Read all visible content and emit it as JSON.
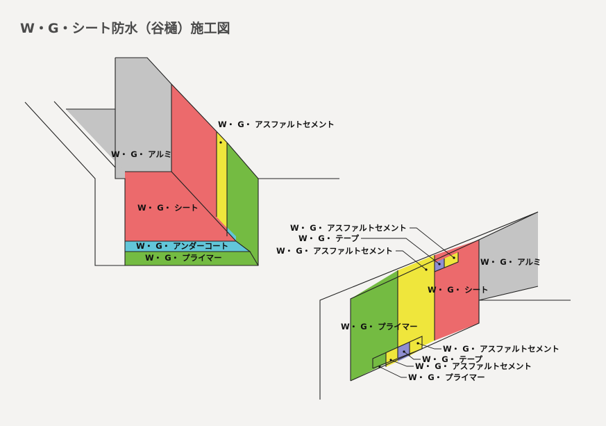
{
  "title": "W・G・シート防水（谷樋）施工図",
  "colors": {
    "background": "#f4f3f1",
    "aluminum": "#c4c4c4",
    "sheet": "#ec6a6c",
    "asphalt_cement": "#efe63c",
    "primer": "#74bb42",
    "under_coat": "#62c6d9",
    "tape": "#8f8ed2"
  },
  "diagram_left": {
    "labels": {
      "aluminum": "W・ G・ アルミ",
      "asphalt_cement": "W・ G・ アスファルトセメント",
      "sheet": "W・ G・ シート",
      "under_coat": "W・ G・ アンダーコート",
      "primer": "W・ G・ プライマー"
    }
  },
  "diagram_right": {
    "labels": {
      "top_asphalt_cement_1": "W・ G・ アスファルトセメント",
      "top_tape": "W・ G・ テープ",
      "top_asphalt_cement_2": "W・ G・ アスファルトセメント",
      "aluminum": "W・ G・ アルミ",
      "sheet": "W・ G・ シート",
      "primer": "W・ G・ プライマー",
      "bottom_asphalt_cement_1": "W・ G・ アスファルトセメント",
      "bottom_tape": "W・ G・ テープ",
      "bottom_asphalt_cement_2": "W・ G・ アスファルトセメント",
      "bottom_primer": "W・ G・ プライマー"
    }
  }
}
